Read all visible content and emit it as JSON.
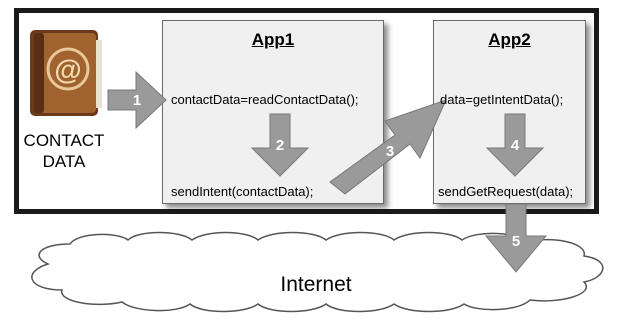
{
  "source": {
    "label_line1": "CONTACT",
    "label_line2": "DATA",
    "icon": "address-book-icon"
  },
  "app1": {
    "title": "App1",
    "line1": "contactData=readContactData();",
    "line2": "sendIntent(contactData);"
  },
  "app2": {
    "title": "App2",
    "line1": "data=getIntentData();",
    "line2": "sendGetRequest(data);"
  },
  "steps": [
    "1",
    "2",
    "3",
    "4",
    "5"
  ],
  "cloud": {
    "label": "Internet"
  },
  "colors": {
    "arrow_fill": "#9a9a9a",
    "arrow_stroke": "#787878",
    "box_fill": "#f0f0f0",
    "frame": "#1a1a1a"
  }
}
